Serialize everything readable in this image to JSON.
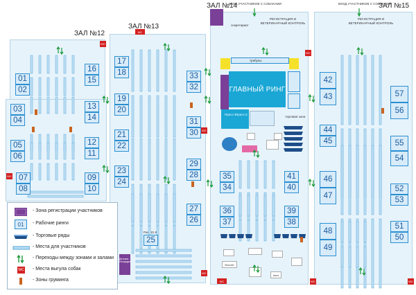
{
  "halls": [
    {
      "id": "hall12",
      "title": "ЗАЛ №12"
    },
    {
      "id": "hall13",
      "title": "ЗАЛ №13"
    },
    {
      "id": "hall14",
      "title": "ЗАЛ №14"
    },
    {
      "id": "hall15",
      "title": "ЗАЛ №15"
    }
  ],
  "entrances": {
    "hall14": "ВХОД УЧАСТНИКОВ С СОБАКАМИ",
    "hall15": "ВХОД УЧАСТНИКОВ С СОБАКАМИ"
  },
  "registration": {
    "hall14": "РЕГИСТРАЦИЯ И ВЕТЕРИНАРНЫЙ КОНТРОЛЬ",
    "hall15": "РЕГИСТРАЦИЯ И ВЕТЕРИНАРНЫЙ КОНТРОЛЬ"
  },
  "rings": [
    {
      "n": "01"
    },
    {
      "n": "02"
    },
    {
      "n": "03"
    },
    {
      "n": "04"
    },
    {
      "n": "05"
    },
    {
      "n": "06"
    },
    {
      "n": "07"
    },
    {
      "n": "08"
    },
    {
      "n": "09"
    },
    {
      "n": "10"
    },
    {
      "n": "11"
    },
    {
      "n": "12"
    },
    {
      "n": "13"
    },
    {
      "n": "14"
    },
    {
      "n": "15"
    },
    {
      "n": "16"
    },
    {
      "n": "17"
    },
    {
      "n": "18"
    },
    {
      "n": "19"
    },
    {
      "n": "20"
    },
    {
      "n": "21"
    },
    {
      "n": "22"
    },
    {
      "n": "23"
    },
    {
      "n": "24"
    },
    {
      "n": "25"
    },
    {
      "n": "26"
    },
    {
      "n": "27"
    },
    {
      "n": "28"
    },
    {
      "n": "29"
    },
    {
      "n": "30"
    },
    {
      "n": "31"
    },
    {
      "n": "32"
    },
    {
      "n": "33"
    },
    {
      "n": "34"
    },
    {
      "n": "35"
    },
    {
      "n": "36"
    },
    {
      "n": "37"
    },
    {
      "n": "38"
    },
    {
      "n": "39"
    },
    {
      "n": "40"
    },
    {
      "n": "41"
    },
    {
      "n": "42"
    },
    {
      "n": "43"
    },
    {
      "n": "44"
    },
    {
      "n": "45"
    },
    {
      "n": "46"
    },
    {
      "n": "47"
    },
    {
      "n": "48"
    },
    {
      "n": "49"
    },
    {
      "n": "50"
    },
    {
      "n": "51"
    },
    {
      "n": "52"
    },
    {
      "n": "53"
    },
    {
      "n": "54"
    },
    {
      "n": "55"
    },
    {
      "n": "56"
    },
    {
      "n": "57"
    }
  ],
  "main_ring": "ГЛАВНЫЙ РИНГ",
  "labels": {
    "trade_zone": "торговая зона",
    "wc": "WC",
    "ring_yug": "Ринг Ю.К.",
    "kids_area": "Детская площадка",
    "secretariat": "секретариат",
    "tribune": "трибуны",
    "press1": "Пресс-1",
    "press2": "Пресс-2",
    "brand1": "Blondie",
    "brand2": "Iams"
  },
  "legend": [
    {
      "symbol": "registration-zone",
      "label": "- Зона регистрации участников"
    },
    {
      "symbol": "ring",
      "num": "01",
      "label": "- Рабочие ринги"
    },
    {
      "symbol": "trade-row",
      "label": "- Торговые ряды"
    },
    {
      "symbol": "participant-place",
      "label": "- Места для участников"
    },
    {
      "symbol": "passage-arrows",
      "label": "- Переходы между зонами и залами"
    },
    {
      "symbol": "wc",
      "text": "WC",
      "label": "- Места выгула собак"
    },
    {
      "symbol": "grooming",
      "label": "- Зоны груминга"
    }
  ],
  "colors": {
    "hall_fill": "#e6f3fb",
    "ring_border": "#2a8fd0",
    "main_ring": "#1ba7d6",
    "wc_red": "#d32121",
    "tribune_yellow": "#f6e12a",
    "secretariat_purple": "#7a3f96",
    "passage_green": "#1a9a3a"
  }
}
